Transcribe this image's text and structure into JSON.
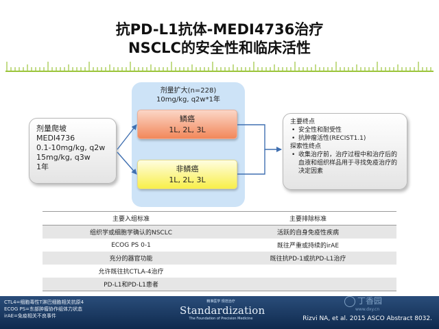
{
  "title": {
    "line1": "抗PD-L1抗体-MEDI4736治疗",
    "line2": "NSCLC的安全性和临床活性"
  },
  "dose_escalation": {
    "lines": [
      "剂量爬坡",
      "MEDI4736",
      "0.1-10mg/kg, q2w",
      "15mg/kg, q3w",
      "1年"
    ]
  },
  "dose_expansion": {
    "title": "剂量扩大(n=228)",
    "subtitle": "10mg/kg, q2w*1年",
    "squamous": {
      "name": "鳞癌",
      "lines": "1L, 2L, 3L"
    },
    "nonsquamous": {
      "name": "非鳞癌",
      "lines": "1L, 2L, 3L"
    }
  },
  "endpoints": {
    "primary_title": "主要终点",
    "primary_items": [
      "安全性和耐受性",
      "抗肿瘤活性(RECIST1.1)"
    ],
    "exploratory_title": "探索性终点",
    "exploratory_items": [
      "收集治疗前，治疗过程中和治疗后的血液和组织样品用于寻找免疫治疗的决定因素"
    ]
  },
  "criteria_table": {
    "headers": [
      "主要入组标准",
      "主要排除标准"
    ],
    "rows": [
      [
        "组织学或细胞学确认的NSCLC",
        "活跃的自身免疫性疾病"
      ],
      [
        "ECOG PS 0-1",
        "既往严重或持续的irAE"
      ],
      [
        "充分的器官功能",
        "既往抗PD-1或抗PD-L1治疗"
      ],
      [
        "允许既往抗CTLA-4治疗",
        ""
      ],
      [
        "PD-L1和PD-L1患者",
        ""
      ]
    ]
  },
  "footer": {
    "abbreviations": [
      "CTL4=细胞毒性T淋巴细胞相关抗原4",
      "ECOG PS=东部肿瘤协作组体力状态",
      "irAE=免疫相关不良事件"
    ],
    "brand_top": "精准医学 规范治疗",
    "brand_name": "Standardization",
    "brand_sub": "The Foundation of Precision Medicine",
    "citation": "Rizvi NA, et al. 2015 ASCO Abstract 8032.",
    "watermark_name": "丁香园",
    "watermark_url": "www.dxy.cn"
  },
  "colors": {
    "ruler": "#9bc43a",
    "arrow": "#3f6fb0",
    "expansion_panel": "#cde3f7",
    "squamous": "#f2875a",
    "nonsquamous": "#f8ef4a",
    "footer": "#1a3a66"
  }
}
